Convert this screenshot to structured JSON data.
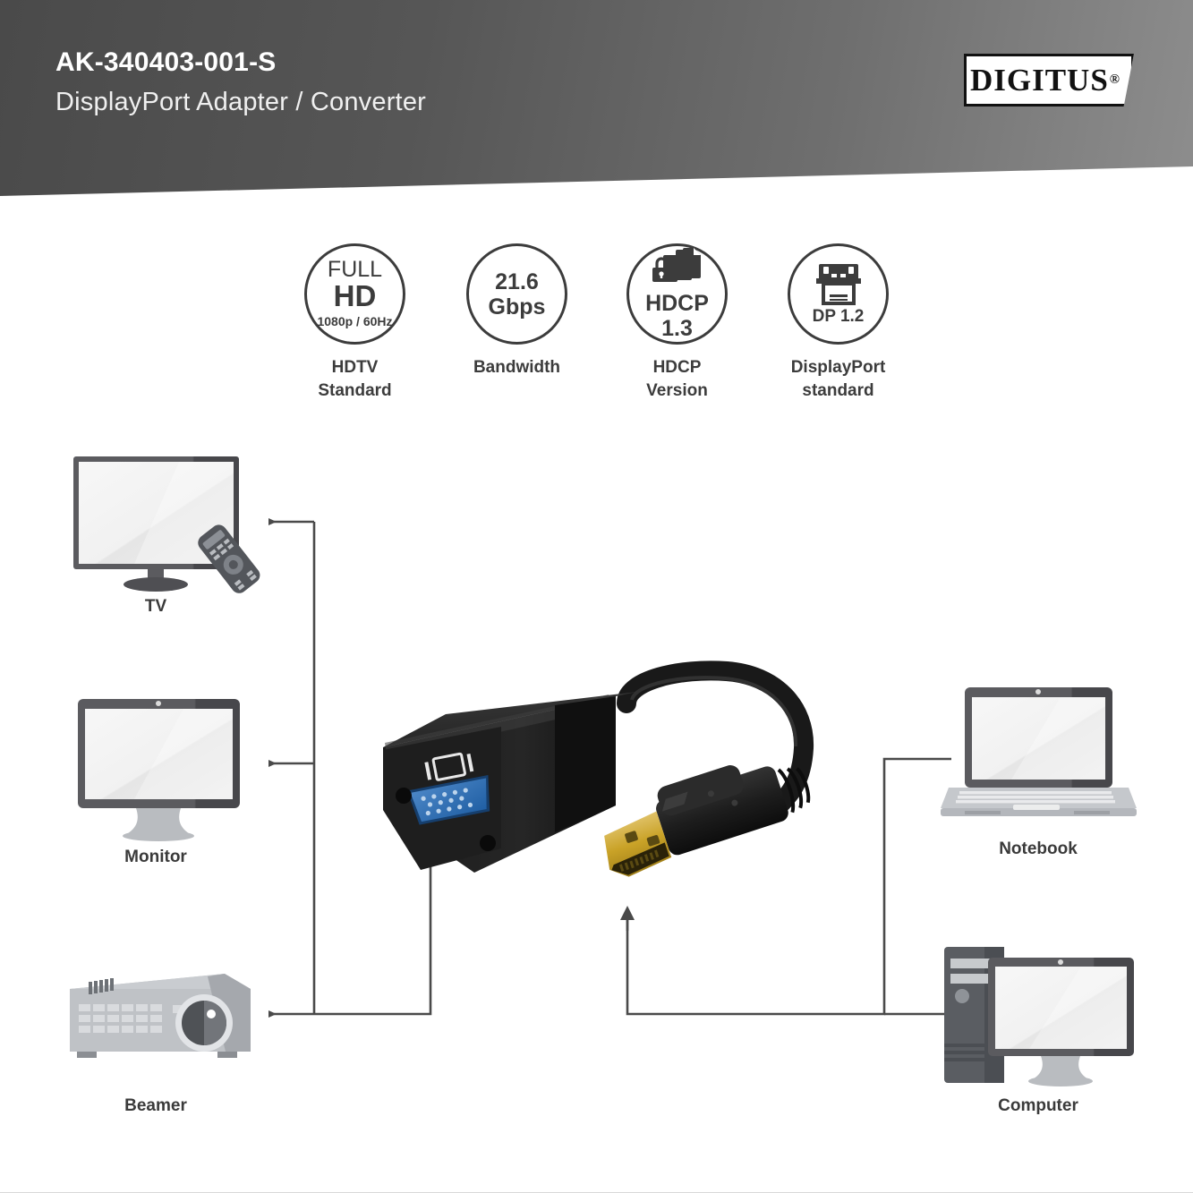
{
  "header": {
    "product_code": "AK-340403-001-S",
    "product_name": "DisplayPort Adapter / Converter",
    "logo_text": "DIGITUS",
    "logo_registered": "®",
    "bg_gradient_from": "#4a4a4a",
    "bg_gradient_to": "#8d8d8d"
  },
  "badges": [
    {
      "icon": "full-hd-icon",
      "line1": "FULL",
      "line2": "HD",
      "line3": "1080p / 60Hz",
      "caption": "HDTV\nStandard",
      "caption_line1": "HDTV",
      "caption_line2": "Standard"
    },
    {
      "icon": "bandwidth-icon",
      "value": "21.6",
      "unit": "Gbps",
      "caption_line1": "Bandwidth",
      "caption_line2": ""
    },
    {
      "icon": "hdcp-lock-documents-icon",
      "value": "HDCP",
      "unit": "1.3",
      "caption_line1": "HDCP",
      "caption_line2": "Version"
    },
    {
      "icon": "displayport-connector-icon",
      "value": "DP 1.2",
      "unit": "",
      "caption_line1": "DisplayPort",
      "caption_line2": "standard"
    }
  ],
  "devices": [
    {
      "id": "tv",
      "label": "TV"
    },
    {
      "id": "monitor",
      "label": "Monitor"
    },
    {
      "id": "beamer",
      "label": "Beamer"
    },
    {
      "id": "notebook",
      "label": "Notebook"
    },
    {
      "id": "computer",
      "label": "Computer"
    }
  ],
  "product": {
    "adapter_body_color": "#1c1c1c",
    "vga_port_color": "#2f6fb5",
    "dp_connector_color": "#c9a227",
    "cable_color": "#1a1a1a",
    "adapter_icon": "monitor-glyph"
  },
  "diagram": {
    "line_color": "#4a4a4a",
    "arrow_style": "solid-triangle",
    "outputs": [
      "TV",
      "Monitor",
      "Beamer"
    ],
    "inputs": [
      "Notebook",
      "Computer"
    ]
  },
  "colors": {
    "background": "#ffffff",
    "text_dark": "#3a3a3a",
    "device_bezel": "#545458",
    "device_screen": "#f2f2f2",
    "device_body_light": "#b9bcc0"
  }
}
